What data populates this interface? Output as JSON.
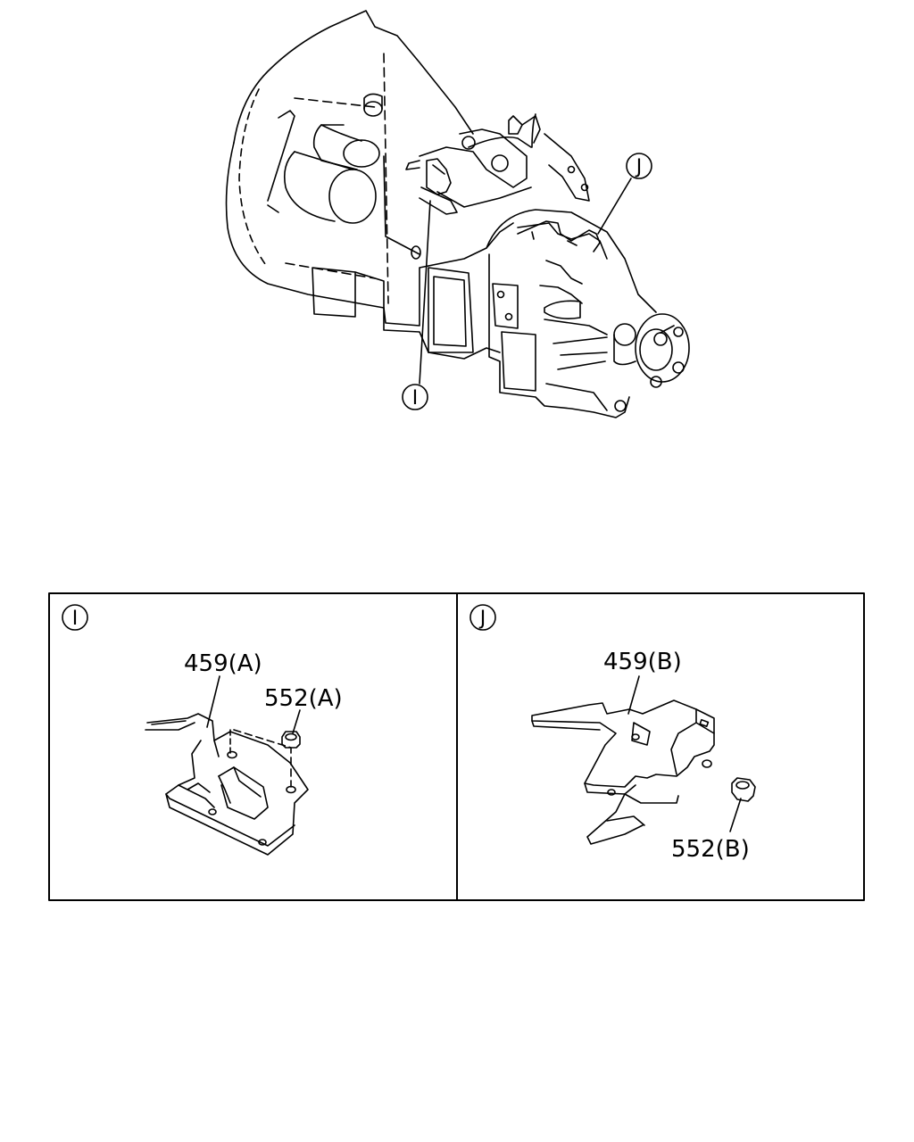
{
  "callouts": {
    "overview_i": "I",
    "overview_j": "J"
  },
  "panels": {
    "left": {
      "marker": "I",
      "parts": [
        {
          "label": "459(A)"
        },
        {
          "label": "552(A)"
        }
      ]
    },
    "right": {
      "marker": "J",
      "parts": [
        {
          "label": "459(B)"
        },
        {
          "label": "552(B)"
        }
      ]
    }
  }
}
